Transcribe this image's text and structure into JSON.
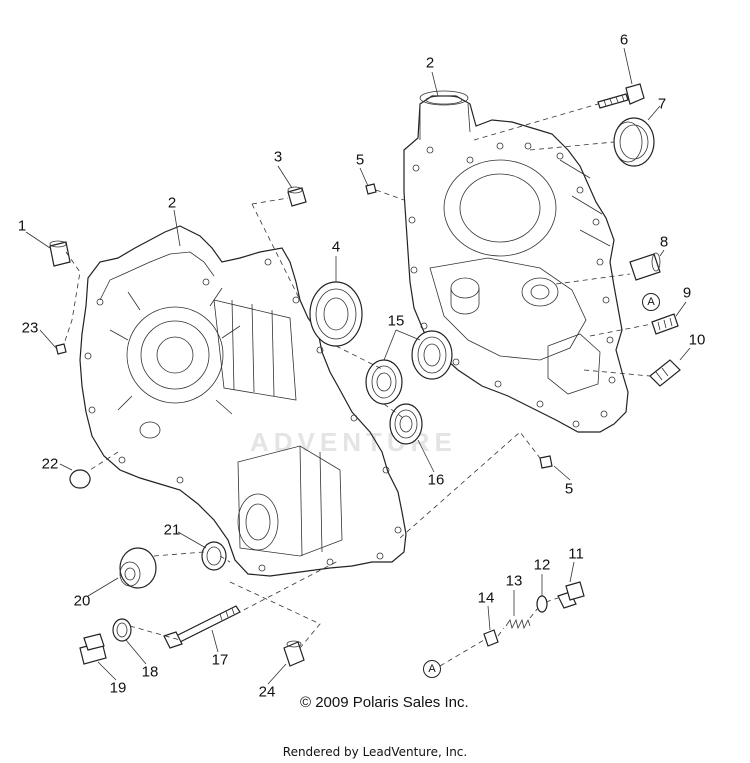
{
  "callouts": [
    {
      "n": "1"
    },
    {
      "n": "2"
    },
    {
      "n": "2"
    },
    {
      "n": "3"
    },
    {
      "n": "4"
    },
    {
      "n": "5"
    },
    {
      "n": "5"
    },
    {
      "n": "6"
    },
    {
      "n": "7"
    },
    {
      "n": "8"
    },
    {
      "n": "9"
    },
    {
      "n": "10"
    },
    {
      "n": "11"
    },
    {
      "n": "12"
    },
    {
      "n": "13"
    },
    {
      "n": "14"
    },
    {
      "n": "15"
    },
    {
      "n": "16"
    },
    {
      "n": "17"
    },
    {
      "n": "18"
    },
    {
      "n": "19"
    },
    {
      "n": "20"
    },
    {
      "n": "21"
    },
    {
      "n": "22"
    },
    {
      "n": "23"
    },
    {
      "n": "24"
    }
  ],
  "reference_marker": "A",
  "copyright": "© 2009 Polaris Sales Inc.",
  "rendered_by": "Rendered by LeadVenture, Inc.",
  "watermark": "ADVENTURE"
}
